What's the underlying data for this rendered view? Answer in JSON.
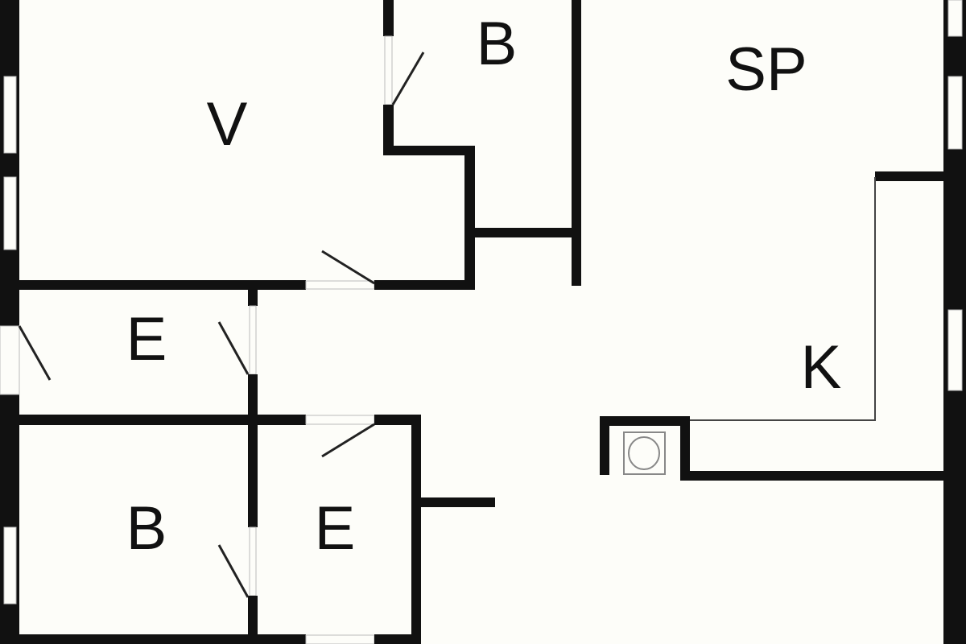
{
  "plan": {
    "rooms": [
      {
        "id": "living",
        "label": "V"
      },
      {
        "id": "bedroom-top",
        "label": "B"
      },
      {
        "id": "dining",
        "label": "SP"
      },
      {
        "id": "entry-upper",
        "label": "E"
      },
      {
        "id": "kitchen",
        "label": "K"
      },
      {
        "id": "bedroom-bottom",
        "label": "B"
      },
      {
        "id": "entry-lower",
        "label": "E"
      }
    ],
    "colors": {
      "wall": "#111111",
      "background": "#fdfdf9"
    }
  }
}
